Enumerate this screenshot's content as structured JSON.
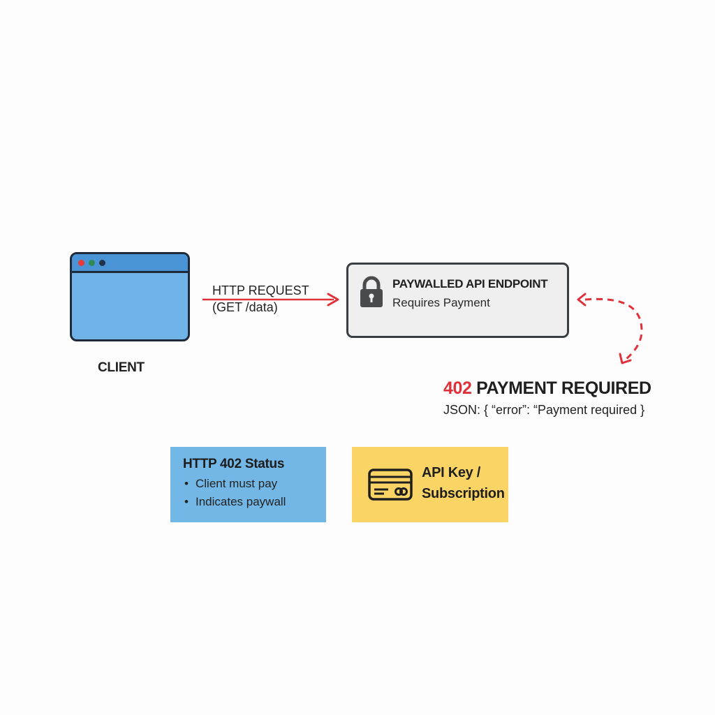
{
  "client": {
    "label": "CLIENT",
    "window_dots": [
      "#e8393d",
      "#2e8b57",
      "#23344a"
    ],
    "icon": "browser-window-icon"
  },
  "request": {
    "line1": "HTTP REQUEST",
    "line2": "(GET /data)",
    "arrow_color": "#e0303a"
  },
  "endpoint": {
    "icon": "lock-icon",
    "title": "PAYWALLED API ENDPOINT",
    "subtitle": "Requires Payment"
  },
  "response": {
    "code": "402",
    "title": "PAYMENT REQUIRED",
    "json": "JSON: { “error”: “Payment required }",
    "code_color": "#e0303a"
  },
  "cards": {
    "status": {
      "title": "HTTP 402 Status",
      "bullets": [
        "Client must pay",
        "Indicates paywall"
      ],
      "color": "#73b7e6"
    },
    "payment": {
      "icon": "credit-card-icon",
      "title_line1": "API Key /",
      "title_line2": "Subscription",
      "color": "#fad565"
    }
  }
}
